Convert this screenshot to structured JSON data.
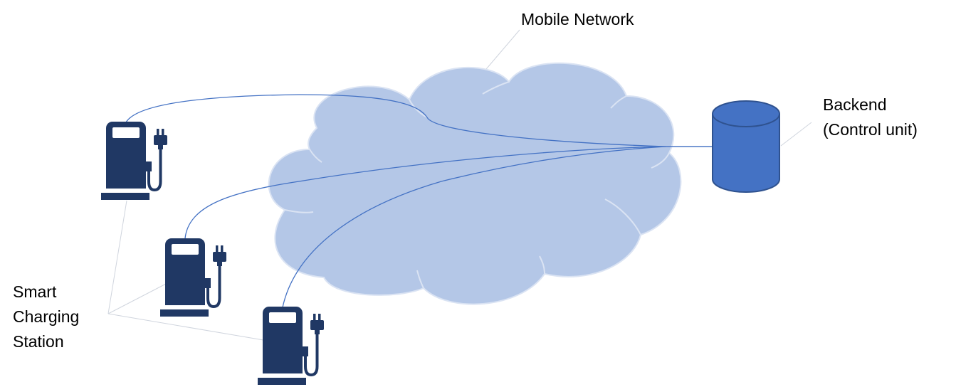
{
  "labels": {
    "network": "Mobile Network",
    "backend_line1": "Backend",
    "backend_line2": "(Control unit)",
    "station_line1": "Smart",
    "station_line2": "Charging",
    "station_line3": "Station"
  },
  "colors": {
    "cloud_fill": "#b4c7e7",
    "cloud_stroke": "#dae3f3",
    "station": "#203864",
    "backend_fill": "#4472c4",
    "backend_stroke": "#2f528f",
    "link": "#4472c4",
    "callout": "#d0d5de"
  },
  "icons": {
    "station": "ev-charging-station-icon",
    "backend": "database-cylinder-icon",
    "network": "cloud-icon"
  }
}
